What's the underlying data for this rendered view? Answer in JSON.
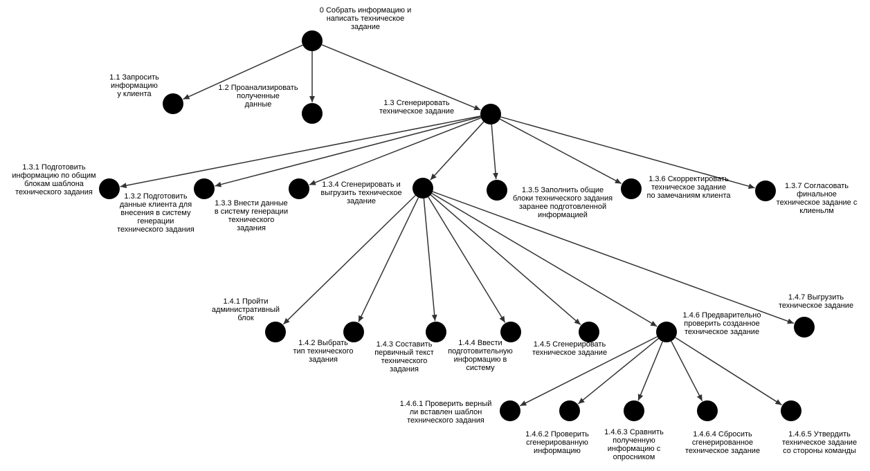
{
  "diagram": {
    "nodes": [
      {
        "id": "n0",
        "label": [
          "0 Собрать информацию и",
          "написать техническое",
          "задание"
        ]
      },
      {
        "id": "n1_1",
        "label": [
          "1.1 Запросить",
          "информацию",
          "у клиента"
        ]
      },
      {
        "id": "n1_2",
        "label": [
          "1.2 Проанализировать",
          "полученные",
          "данные"
        ]
      },
      {
        "id": "n1_3",
        "label": [
          "1.3 Сгенерировать",
          "техническое задание"
        ]
      },
      {
        "id": "n1_3_1",
        "label": [
          "1.3.1 Подготовить",
          "информацию по общим",
          "блокам шаблона",
          "технического задания"
        ]
      },
      {
        "id": "n1_3_2",
        "label": [
          "1.3.2 Подготовить",
          "данные клиента для",
          "внесения в систему",
          "генерации",
          "технического задания"
        ]
      },
      {
        "id": "n1_3_3",
        "label": [
          "1.3.3 Внести данные",
          "в систему генерации",
          "технического",
          "задания"
        ]
      },
      {
        "id": "n1_3_4",
        "label": [
          "1.3.4 Сгенерировать и",
          "выгрузить техническое",
          "задание"
        ]
      },
      {
        "id": "n1_3_5",
        "label": [
          "1.3.5 Заполнить общие",
          "блоки технического задания",
          "заранее подготовленной",
          "информацией"
        ]
      },
      {
        "id": "n1_3_6",
        "label": [
          "1.3.6 Скорректировать",
          "техническое задание",
          "по замечаниям клиента"
        ]
      },
      {
        "id": "n1_3_7",
        "label": [
          "1.3.7 Согласовать",
          "финальное",
          "техническое задание с",
          "клиеньлм"
        ]
      },
      {
        "id": "n1_4_1",
        "label": [
          "1.4.1 Пройти",
          "административный",
          "блок"
        ]
      },
      {
        "id": "n1_4_2",
        "label": [
          "1.4.2 Выбрать",
          "тип технического",
          "задания"
        ]
      },
      {
        "id": "n1_4_3",
        "label": [
          "1.4.3 Составить",
          "первичный текст",
          "технического",
          "задания"
        ]
      },
      {
        "id": "n1_4_4",
        "label": [
          "1.4.4 Ввести",
          "подготовительную",
          "информацию в",
          "систему"
        ]
      },
      {
        "id": "n1_4_5",
        "label": [
          "1.4.5 Сгенерировать",
          "техническое задание"
        ]
      },
      {
        "id": "n1_4_6",
        "label": [
          "1.4.6 Предварительно",
          "проверить созданное",
          "техническое задание"
        ]
      },
      {
        "id": "n1_4_7",
        "label": [
          "1.4.7 Выгрузить",
          "техническое задание"
        ]
      },
      {
        "id": "n1_4_6_1",
        "label": [
          "1.4.6.1 Проверить верный",
          "ли вставлен шаблон",
          "технического задания"
        ]
      },
      {
        "id": "n1_4_6_2",
        "label": [
          "1.4.6.2 Проверить",
          "сгенерированную",
          "информацию"
        ]
      },
      {
        "id": "n1_4_6_3",
        "label": [
          "1.4.6.3 Сравнить",
          "полученную",
          "информацию с",
          "опросником"
        ]
      },
      {
        "id": "n1_4_6_4",
        "label": [
          "1.4.6.4 Сбросить",
          "сгенерированное",
          "техническое задание"
        ]
      },
      {
        "id": "n1_4_6_5",
        "label": [
          "1.4.6.5 Утвердить",
          "техническое задание",
          "со стороны команды"
        ]
      }
    ],
    "edges": [
      [
        "n0",
        "n1_1"
      ],
      [
        "n0",
        "n1_2"
      ],
      [
        "n0",
        "n1_3"
      ],
      [
        "n1_3",
        "n1_3_1"
      ],
      [
        "n1_3",
        "n1_3_2"
      ],
      [
        "n1_3",
        "n1_3_3"
      ],
      [
        "n1_3",
        "n1_3_4"
      ],
      [
        "n1_3",
        "n1_3_5"
      ],
      [
        "n1_3",
        "n1_3_6"
      ],
      [
        "n1_3",
        "n1_3_7"
      ],
      [
        "n1_3_4",
        "n1_4_1"
      ],
      [
        "n1_3_4",
        "n1_4_2"
      ],
      [
        "n1_3_4",
        "n1_4_3"
      ],
      [
        "n1_3_4",
        "n1_4_4"
      ],
      [
        "n1_3_4",
        "n1_4_5"
      ],
      [
        "n1_3_4",
        "n1_4_6"
      ],
      [
        "n1_3_4",
        "n1_4_7"
      ],
      [
        "n1_4_6",
        "n1_4_6_1"
      ],
      [
        "n1_4_6",
        "n1_4_6_2"
      ],
      [
        "n1_4_6",
        "n1_4_6_3"
      ],
      [
        "n1_4_6",
        "n1_4_6_4"
      ],
      [
        "n1_4_6",
        "n1_4_6_5"
      ]
    ]
  }
}
